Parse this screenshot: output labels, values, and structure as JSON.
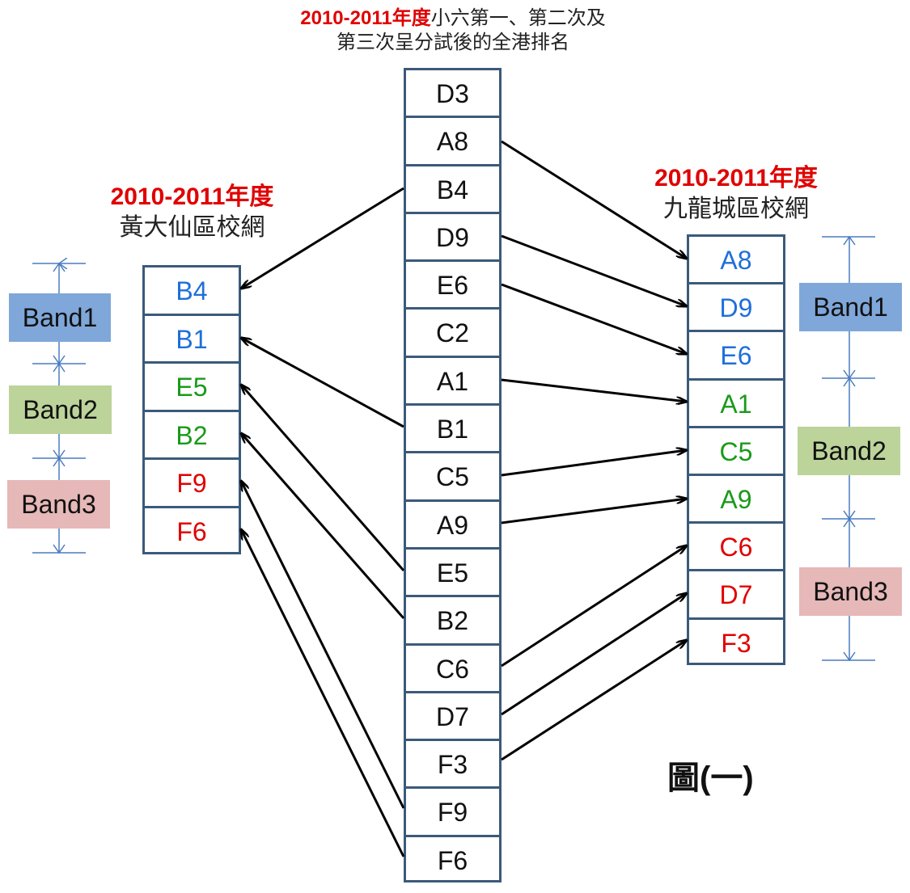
{
  "main_title": {
    "year": "2010-2011年度",
    "line1_rest": "小六第一、第二次及",
    "line2": "第三次呈分試後的全港排名"
  },
  "left_title": {
    "year": "2010-2011年度",
    "name": "黃大仙區校網"
  },
  "right_title": {
    "year": "2010-2011年度",
    "name": "九龍城區校網"
  },
  "center_rank": [
    "D3",
    "A8",
    "B4",
    "D9",
    "E6",
    "C2",
    "A1",
    "B1",
    "C5",
    "A9",
    "E5",
    "B2",
    "C6",
    "D7",
    "F3",
    "F9",
    "F6"
  ],
  "left_network": [
    {
      "code": "B4",
      "band": 1
    },
    {
      "code": "B1",
      "band": 1
    },
    {
      "code": "E5",
      "band": 2
    },
    {
      "code": "B2",
      "band": 2
    },
    {
      "code": "F9",
      "band": 3
    },
    {
      "code": "F6",
      "band": 3
    }
  ],
  "right_network": [
    {
      "code": "A8",
      "band": 1
    },
    {
      "code": "D9",
      "band": 1
    },
    {
      "code": "E6",
      "band": 1
    },
    {
      "code": "A1",
      "band": 2
    },
    {
      "code": "C5",
      "band": 2
    },
    {
      "code": "A9",
      "band": 2
    },
    {
      "code": "C6",
      "band": 3
    },
    {
      "code": "D7",
      "band": 3
    },
    {
      "code": "F3",
      "band": 3
    }
  ],
  "bands": {
    "band1": "Band1",
    "band2": "Band2",
    "band3": "Band3"
  },
  "band_colors": {
    "band1": "#7fa7d9",
    "band2": "#bcd39a",
    "band3": "#e6b8b8"
  },
  "text_colors": {
    "band1": "#1e6fd9",
    "band2": "#1a9a1a",
    "band3": "#e00000"
  },
  "figure_label": "圖(一)"
}
